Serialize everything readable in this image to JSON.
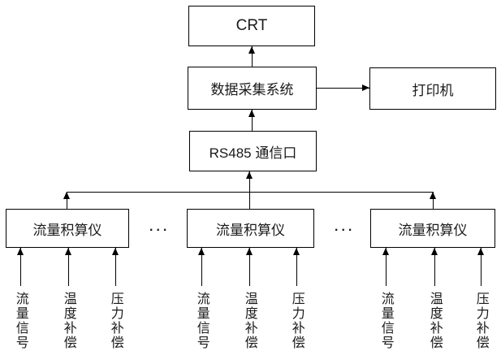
{
  "nodes": {
    "crt": "CRT",
    "data_acquisition": "数据采集系统",
    "printer": "打印机",
    "rs485_port": "RS485 通信口"
  },
  "flow_units": [
    {
      "label": "流量积算仪",
      "inputs": [
        "流量信号",
        "温度补偿",
        "压力补偿"
      ]
    },
    {
      "label": "流量积算仪",
      "inputs": [
        "流量信号",
        "温度补偿",
        "压力补偿"
      ]
    },
    {
      "label": "流量积算仪",
      "inputs": [
        "流量信号",
        "温度补偿",
        "压力补偿"
      ]
    }
  ],
  "ellipsis": "...",
  "colors": {
    "line": "#000000",
    "text": "#1a1a1a",
    "background": "#ffffff"
  }
}
